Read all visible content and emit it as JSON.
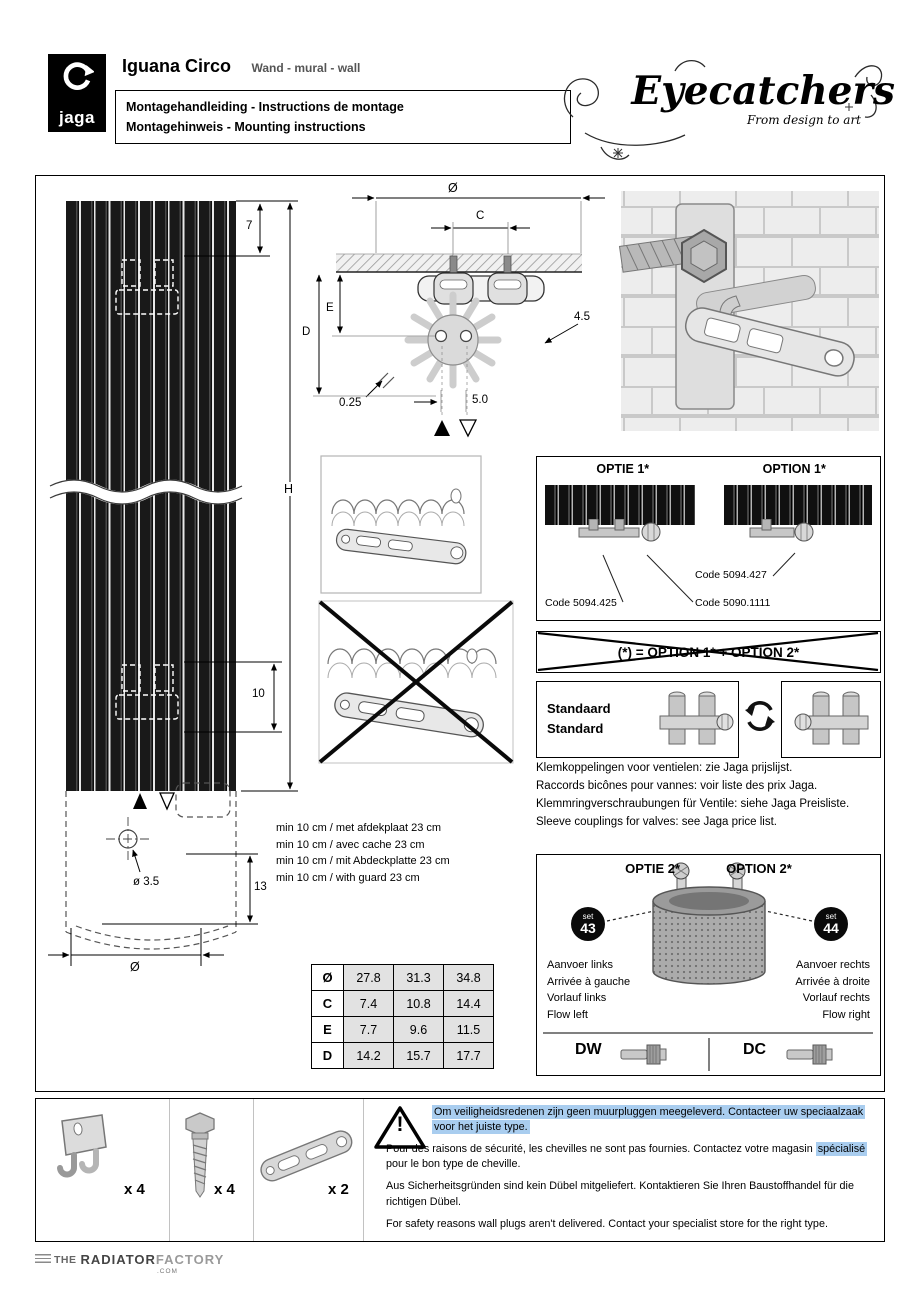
{
  "header": {
    "logo_text": "jaga",
    "title": "Iguana Circo",
    "subtitle": "Wand - mural - wall",
    "instruction_lines": [
      "Montagehandleiding - Instructions de montage",
      "Montagehinweis - Mounting instructions"
    ],
    "brand": {
      "script": "Eyecatchers",
      "tagline": "From design to art"
    }
  },
  "drawing": {
    "dim_top": "7",
    "dim_height": "H",
    "dim_bracket": "10",
    "dim_bottom": "13",
    "dim_hole": "ø 3.5",
    "dim_diameter_bottom": "Ø",
    "cs": {
      "diameter": "Ø",
      "c": "C",
      "e": "E",
      "d": "D",
      "gap": "4.5",
      "thickness": "0.25",
      "pitch": "5.0"
    },
    "clearance_lines": [
      "min 10 cm / met afdekplaat 23 cm",
      "min 10 cm / avec cache 23 cm",
      "min 10 cm / mit Abdeckplatte 23 cm",
      "min 10 cm / with guard 23 cm"
    ]
  },
  "option1": {
    "title_nl": "OPTIE 1*",
    "title_en": "OPTION 1*",
    "code_left": "Code 5094.425",
    "code_mid": "Code 5090.1111",
    "code_right": "Code 5094.427"
  },
  "option_note": "(*) = OPTION 1* + OPTION 2*",
  "standard": {
    "line1": "Standaard",
    "line2": "Standard"
  },
  "couplings": [
    "Klemkoppelingen voor ventielen: zie Jaga prijslijst.",
    "Raccords bicônes pour vannes: voir liste des prix Jaga.",
    "Klemmringverschraubungen für Ventile: siehe Jaga Preisliste.",
    "Sleeve couplings for valves: see Jaga price list."
  ],
  "option2": {
    "title_nl": "OPTIE 2*",
    "title_en": "OPTION 2*",
    "set_label": "set",
    "set_left_num": "43",
    "set_right_num": "44",
    "left_lines": [
      "Aanvoer links",
      "Arrivée à gauche",
      "Vorlauf links",
      "Flow left"
    ],
    "right_lines": [
      "Aanvoer rechts",
      "Arrivée à droite",
      "Vorlauf rechts",
      "Flow right"
    ],
    "dw": "DW",
    "dc": "DC"
  },
  "table": {
    "rows": [
      {
        "label": "Ø",
        "values": [
          "27.8",
          "31.3",
          "34.8"
        ]
      },
      {
        "label": "C",
        "values": [
          "7.4",
          "10.8",
          "14.4"
        ]
      },
      {
        "label": "E",
        "values": [
          "7.7",
          "9.6",
          "11.5"
        ]
      },
      {
        "label": "D",
        "values": [
          "14.2",
          "15.7",
          "17.7"
        ]
      }
    ]
  },
  "parts": {
    "hook_qty": "x 4",
    "screw_qty": "x 4",
    "plate_qty": "x 2"
  },
  "warning": {
    "icon": "!",
    "nl": "Om veiligheidsredenen zijn geen muurpluggen meegeleverd. Contacteer uw speciaalzaak voor het juiste type.",
    "fr_pre": "Pour des raisons de sécurité, les chevilles ne sont pas fournies. Contactez votre magasin ",
    "fr_highlight": "spécialisé",
    "fr_post": " pour le bon type de cheville.",
    "de": "Aus Sicherheitsgründen sind kein Dübel mitgeliefert. Kontaktieren Sie Ihren Baustoffhandel für die richtigen Dübel.",
    "en": "For safety reasons wall plugs aren't delivered. Contact your specialist store for the right type."
  },
  "footer": {
    "the": "THE",
    "radiator": "RADIATOR",
    "factory": "FACTORY",
    "com": ".COM"
  }
}
